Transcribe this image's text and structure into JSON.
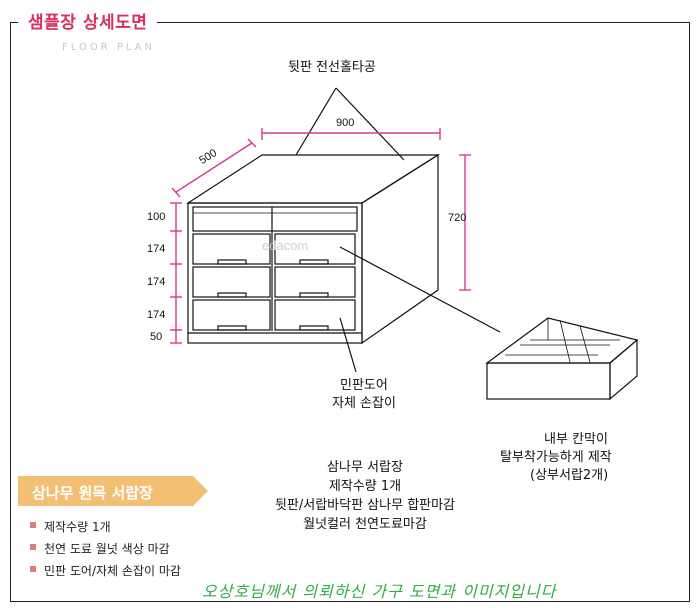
{
  "header": {
    "title": "샘플장 상세도면",
    "subtitle": "FLOOR PLAN"
  },
  "drawing": {
    "back_hole_label": "뒷판 전선홀타공",
    "dim_width": "900",
    "dim_depth": "500",
    "dim_height": "720",
    "dim_top": "100",
    "dim_drawer1": "174",
    "dim_drawer2": "174",
    "dim_drawer3": "174",
    "dim_base": "50",
    "door_label_line1": "민판도어",
    "door_label_line2": "자체 손잡이",
    "inner_label_line1": "내부 칸막이",
    "inner_label_line2": "탈부착가능하게 제작",
    "inner_label_line3": "(상부서랍2개)",
    "watermark": "edacom"
  },
  "spec": {
    "line1": "삼나무 서랍장",
    "line2": "제작수량 1개",
    "line3": "뒷판/서랍바닥판 삼나무 합판마감",
    "line4": "월넛컬러 천연도료마감"
  },
  "badge": {
    "label": "삼나무 원목 서랍장"
  },
  "bullets": [
    "제작수량 1개",
    "천연 도료 월넛 색상 마감",
    "민판 도어/자체 손잡이 마감"
  ],
  "footer": {
    "text": "오상호님께서 의뢰하신 가구 도면과 이미지입니다"
  },
  "colors": {
    "title": "#d8305a",
    "dimension": "#d23c96",
    "badge": "#f2bf73",
    "footer": "#2fae44",
    "bullet": "#e07a7a"
  }
}
